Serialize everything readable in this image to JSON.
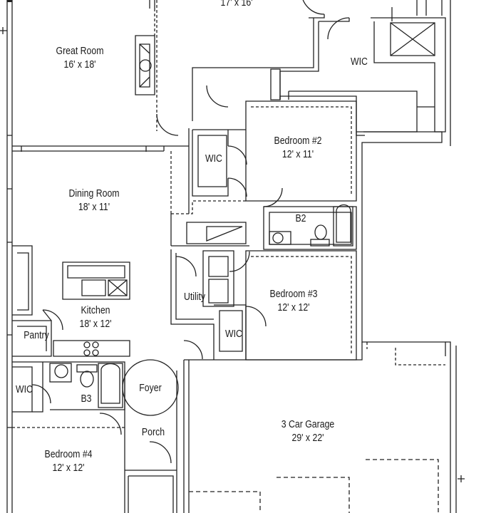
{
  "rooms": {
    "top_dim": "17' x 16'",
    "great_room": {
      "name": "Great Room",
      "dims": "16' x 18'"
    },
    "wic_top": "WIC",
    "bedroom2": {
      "name": "Bedroom #2",
      "dims": "12' x 11'"
    },
    "wic_b2": "WIC",
    "dining": {
      "name": "Dining Room",
      "dims": "18' x 11'"
    },
    "b2": "B2",
    "utility": "Utility",
    "bedroom3": {
      "name": "Bedroom #3",
      "dims": "12' x 12'"
    },
    "wic_b3": "WIC",
    "kitchen": {
      "name": "Kitchen",
      "dims": "18' x 12'"
    },
    "pantry": "Pantry",
    "foyer": "Foyer",
    "wic_b4": "WIC",
    "b3": "B3",
    "porch": "Porch",
    "garage": {
      "name": "3 Car Garage",
      "dims": "29' x 22'"
    },
    "bedroom4": {
      "name": "Bedroom #4",
      "dims": "12' x 12'"
    }
  }
}
